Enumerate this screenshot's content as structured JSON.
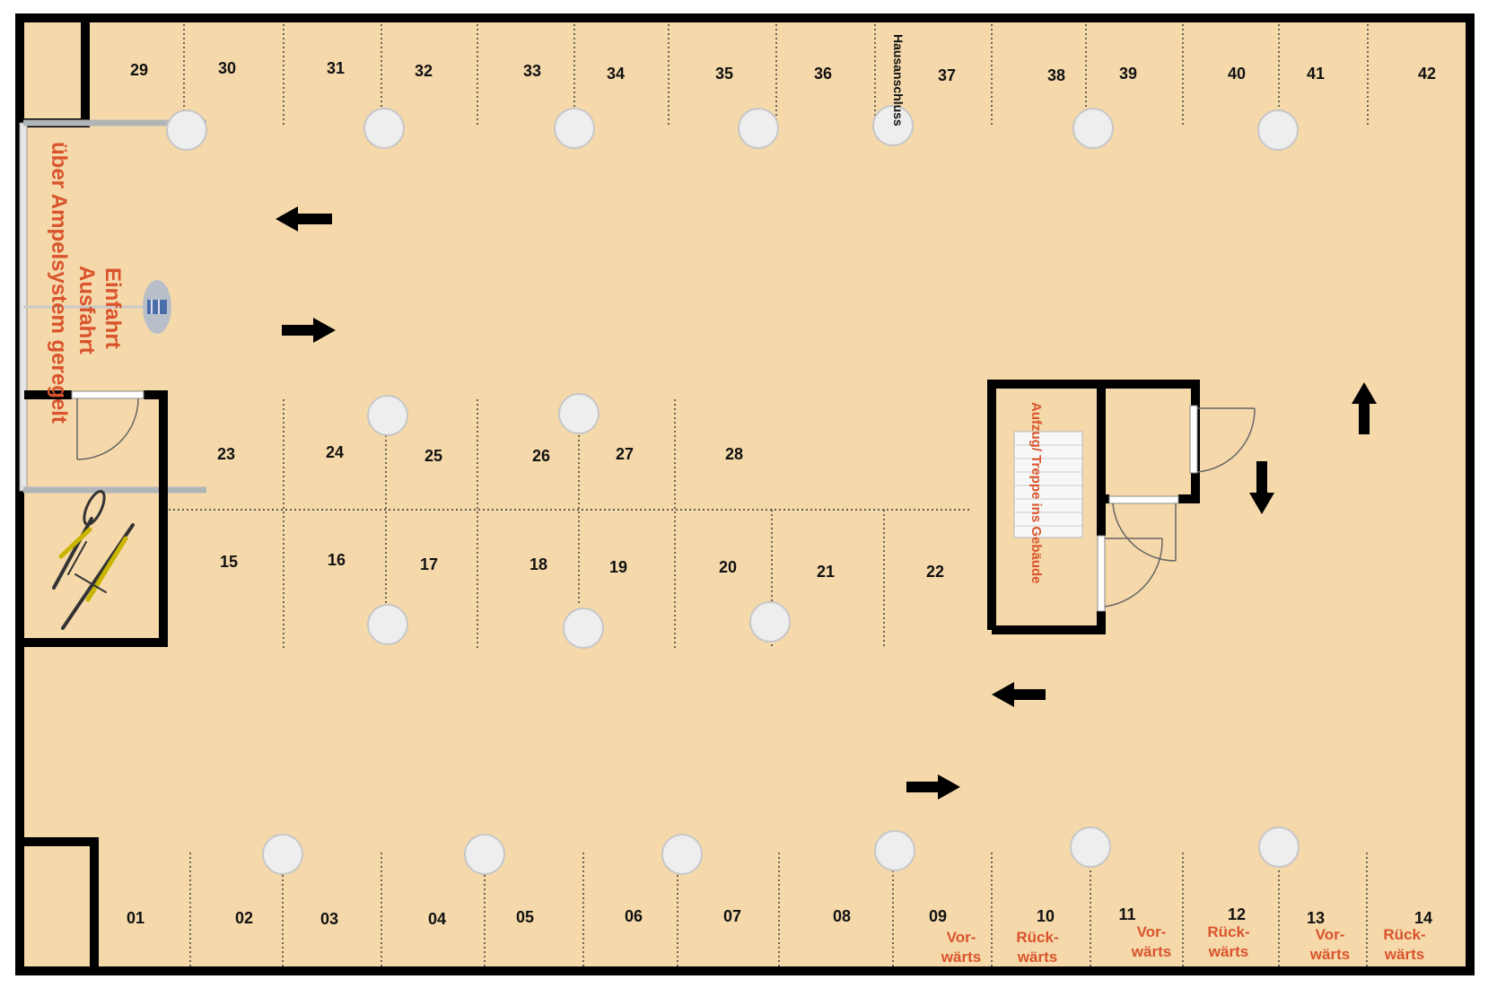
{
  "spots_top": [
    "29",
    "30",
    "31",
    "32",
    "33",
    "34",
    "35",
    "36",
    "37",
    "38",
    "39",
    "40",
    "41",
    "42"
  ],
  "spots_mid_upper": [
    "23",
    "24",
    "25",
    "26",
    "27",
    "28"
  ],
  "spots_mid_lower": [
    "15",
    "16",
    "17",
    "18",
    "19",
    "20",
    "21",
    "22"
  ],
  "spots_bottom": [
    "01",
    "02",
    "03",
    "04",
    "05",
    "06",
    "07",
    "08",
    "09",
    "10",
    "11",
    "12",
    "13",
    "14"
  ],
  "entrance": {
    "line1": "Einfahrt",
    "line2": "Ausfahrt",
    "line3": "über Ampelsystem geregelt"
  },
  "house_connection": "Hausanschluss",
  "stairs": "Aufzug/ Treppe ins Gebäude",
  "directions": {
    "s09": {
      "a": "Vor-",
      "b": "wärts"
    },
    "s10": {
      "a": "Rück-",
      "b": "wärts"
    },
    "s11": {
      "a": "Vor-",
      "b": "wärts"
    },
    "s12": {
      "a": "Rück-",
      "b": "wärts"
    },
    "s13": {
      "a": "Vor-",
      "b": "wärts"
    },
    "s14": {
      "a": "Rück-",
      "b": "wärts"
    }
  },
  "colors": {
    "floor": "#f5d9ab",
    "wall": "#000000",
    "accent": "#d9542c",
    "pillar": "#eeeeee"
  }
}
